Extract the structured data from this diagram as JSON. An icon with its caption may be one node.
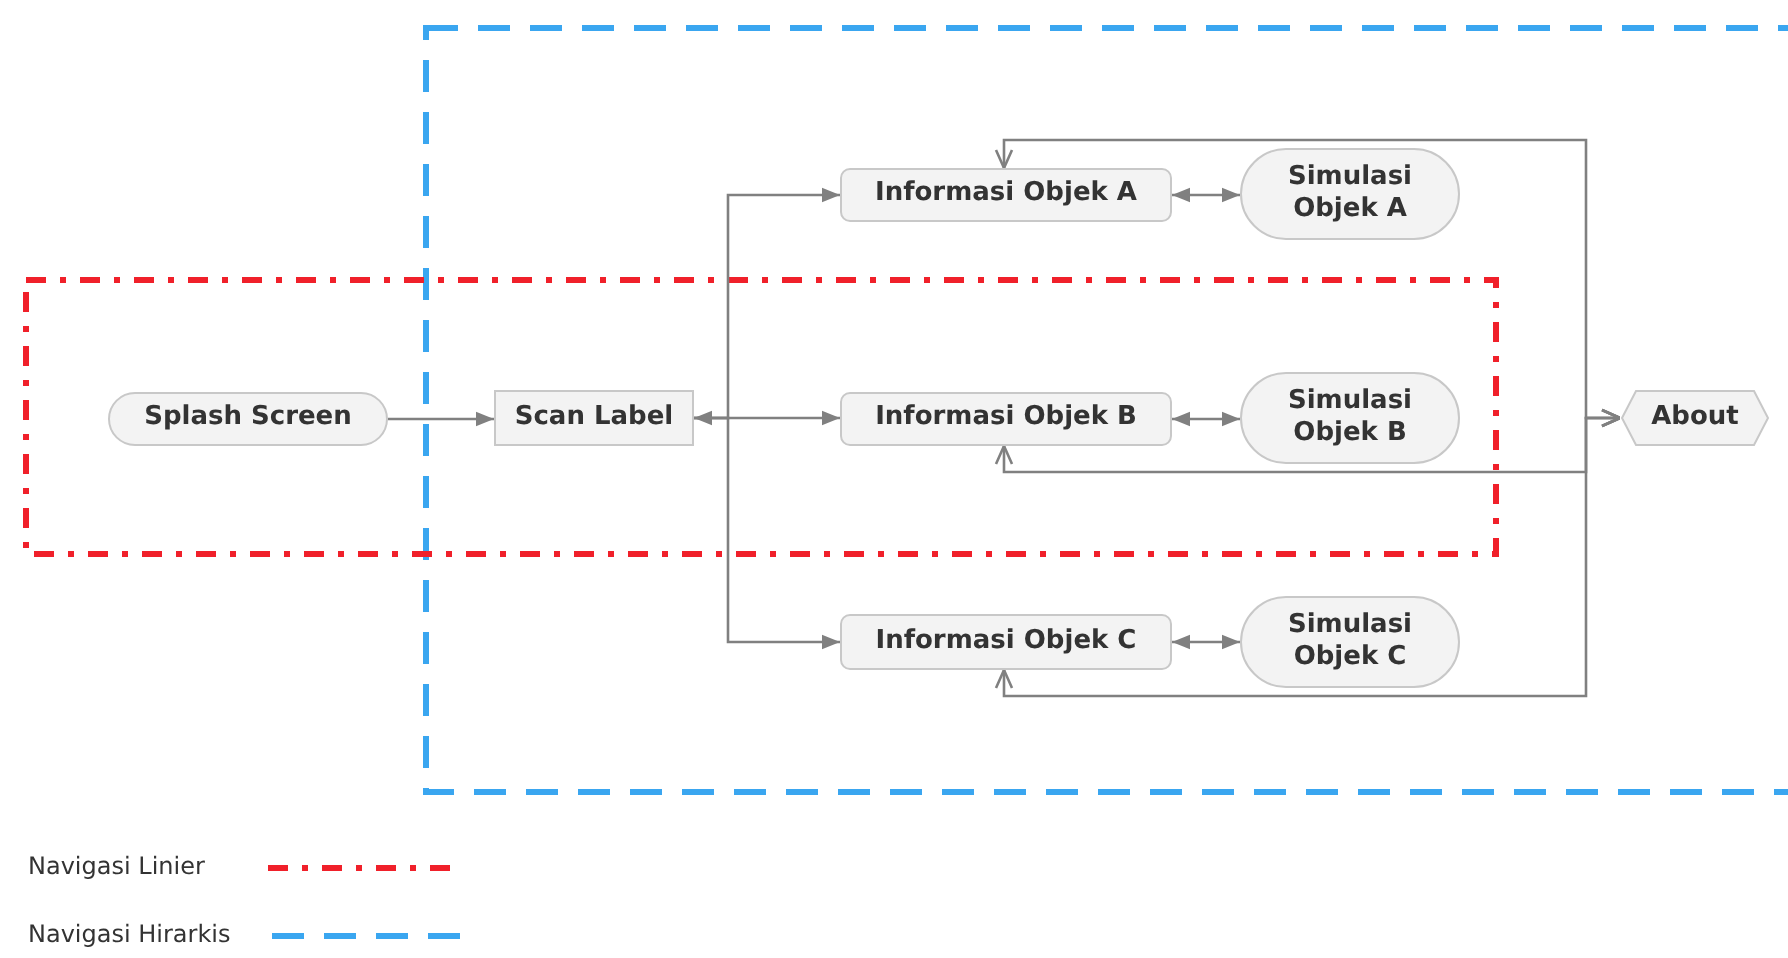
{
  "diagram": {
    "nodes": [
      {
        "text": [
          "Splash Screen"
        ]
      },
      {
        "text": [
          "Scan Label"
        ]
      },
      {
        "text": [
          "Informasi Objek A"
        ]
      },
      {
        "text": [
          "Simulasi Objek A"
        ]
      },
      {
        "text": [
          "Informasi Objek B"
        ]
      },
      {
        "text": [
          "Simulasi Objek B"
        ]
      },
      {
        "text": [
          "Informasi Objek C"
        ]
      },
      {
        "text": [
          "Simulasi Objek C"
        ]
      },
      {
        "text": [
          "About"
        ]
      }
    ],
    "edges": [
      {
        "from": 0,
        "to": 1,
        "arrow": "to"
      },
      {
        "from": 1,
        "to": 2,
        "arrow": "to"
      },
      {
        "from": 1,
        "to": 4,
        "arrow": "both"
      },
      {
        "from": 1,
        "to": 6,
        "arrow": "to"
      },
      {
        "from": 2,
        "to": 3,
        "arrow": "both"
      },
      {
        "from": 4,
        "to": 5,
        "arrow": "both"
      },
      {
        "from": 6,
        "to": 7,
        "arrow": "both"
      },
      {
        "from": 8,
        "to": 2,
        "arrow": "both"
      },
      {
        "from": 8,
        "to": 4,
        "arrow": "both"
      },
      {
        "from": 8,
        "to": 6,
        "arrow": "both"
      }
    ],
    "legend": [
      {
        "text": "Navigasi Linier"
      },
      {
        "text": "Navigasi Hirarkis"
      }
    ]
  }
}
